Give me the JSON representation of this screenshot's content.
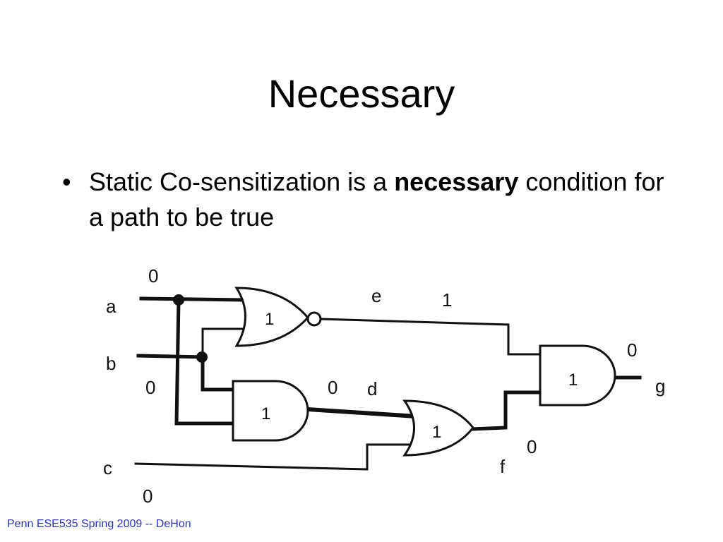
{
  "slide": {
    "title": "Necessary",
    "bullet": {
      "marker": "•",
      "text_before": "Static Co-sensitization is a ",
      "text_bold": "necessary",
      "text_after": " condition for a path to be true"
    },
    "footer": "Penn ESE535 Spring 2009 -- DeHon"
  },
  "diagram": {
    "signals": {
      "a": {
        "name": "a",
        "value": "0"
      },
      "b": {
        "name": "b",
        "value": "0"
      },
      "c": {
        "name": "c",
        "value": "0"
      },
      "d": {
        "name": "d",
        "value": "0"
      },
      "e": {
        "name": "e",
        "value": "1"
      },
      "f": {
        "name": "f",
        "value": "0"
      },
      "g": {
        "name": "g",
        "value": "0"
      }
    },
    "gates": {
      "nor": "1",
      "and1": "1",
      "or": "1",
      "and2": "1"
    }
  }
}
